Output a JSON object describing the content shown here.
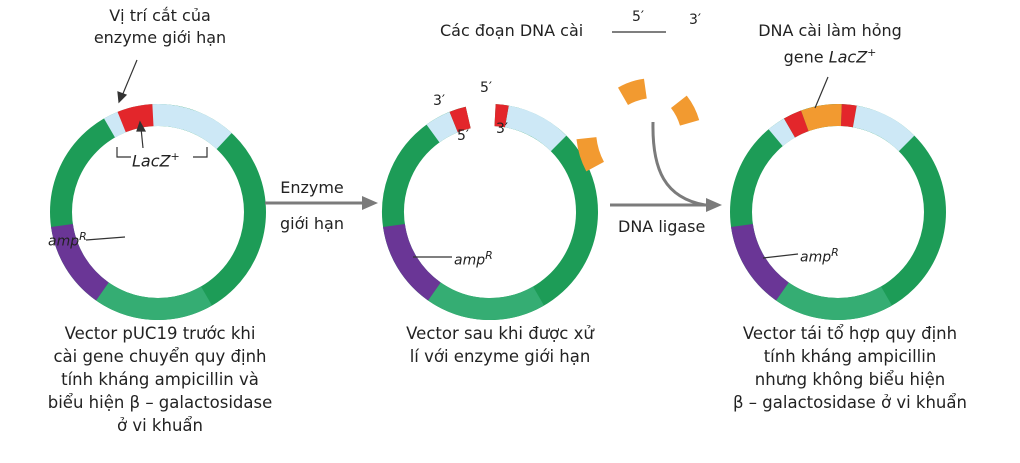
{
  "labels": {
    "cut_site": [
      "Vị trí cắt của",
      "enzyme giới hạn"
    ],
    "lacz": "LacZ",
    "lacz_sup": "+",
    "ampr": "amp",
    "ampr_sup": "R",
    "enzyme_arrow": [
      "Enzyme",
      "giới hạn"
    ],
    "insert_fragments": "Các đoạn DNA cài",
    "ligase_arrow": "DNA ligase",
    "insert_damage": [
      "DNA cài làm hỏng",
      "gene"
    ],
    "prime5": "5′",
    "prime3": "3′"
  },
  "captions": {
    "vector1": [
      "Vector pUC19 trước khi",
      "cài gene chuyển quy định",
      "tính kháng ampicillin và",
      "biểu hiện β – galactosidase",
      "ở vi khuẩn"
    ],
    "vector2": [
      "Vector sau khi được xử",
      "lí với enzyme giới hạn"
    ],
    "vector3": [
      "Vector tái tổ hợp quy định",
      "tính kháng ampicillin",
      "nhưng không biểu hiện",
      "β – galactosidase ở vi khuẩn"
    ]
  },
  "colors": {
    "green": "#1d9c57",
    "green_light": "#35ad73",
    "light_blue": "#cde8f6",
    "red": "#e3262b",
    "orange": "#f29a30",
    "purple": "#6a3696",
    "arrow": "#7b7b7b"
  }
}
